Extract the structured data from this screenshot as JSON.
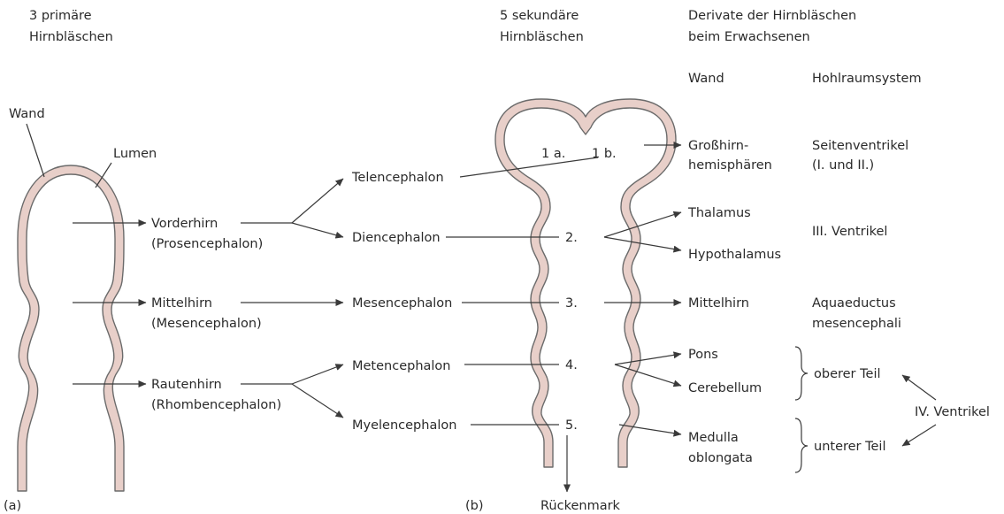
{
  "headers": {
    "primary_line1": "3 primäre",
    "primary_line2": "Hirnbläschen",
    "secondary_line1": "5 sekundäre",
    "secondary_line2": "Hirnbläschen",
    "derivatives_line1": "Derivate der Hirnbläschen",
    "derivatives_line2": "beim Erwachsenen",
    "wall_col": "Wand",
    "cavity_col": "Hohlraumsystem"
  },
  "tube_labels": {
    "wall": "Wand",
    "lumen": "Lumen"
  },
  "primary": [
    {
      "name": "Vorderhirn",
      "latin": "(Prosencephalon)"
    },
    {
      "name": "Mittelhirn",
      "latin": "(Mesencephalon)"
    },
    {
      "name": "Rautenhirn",
      "latin": "(Rhombencephalon)"
    }
  ],
  "secondary": [
    "Telencephalon",
    "Diencephalon",
    "Mesencephalon",
    "Metencephalon",
    "Myelencephalon"
  ],
  "vesicle_numbers": [
    "1 a.",
    "1 b.",
    "2.",
    "3.",
    "4.",
    "5."
  ],
  "wall_derivatives": {
    "grosshirn_1": "Großhirn-",
    "grosshirn_2": "hemisphären",
    "thalamus": "Thalamus",
    "hypothalamus": "Hypothalamus",
    "mittelhirn": "Mittelhirn",
    "pons": "Pons",
    "cerebellum": "Cerebellum",
    "medulla_1": "Medulla",
    "medulla_2": "oblongata"
  },
  "cavity_system": {
    "seiten_1": "Seitenventrikel",
    "seiten_2": "(I. und II.)",
    "third": "III. Ventrikel",
    "aquaeductus_1": "Aquaeductus",
    "aquaeductus_2": "mesencephali",
    "oberer": "oberer Teil",
    "unterer": "unterer Teil",
    "fourth": "IV. Ventrikel"
  },
  "spinal_cord": "Rückenmark",
  "panel_labels": {
    "a": "(a)",
    "b": "(b)"
  },
  "colors": {
    "tube_fill": "#e8cfc9",
    "tube_stroke": "#6b6b6b",
    "line": "#3a3a3a",
    "text": "#2a2a2a"
  }
}
